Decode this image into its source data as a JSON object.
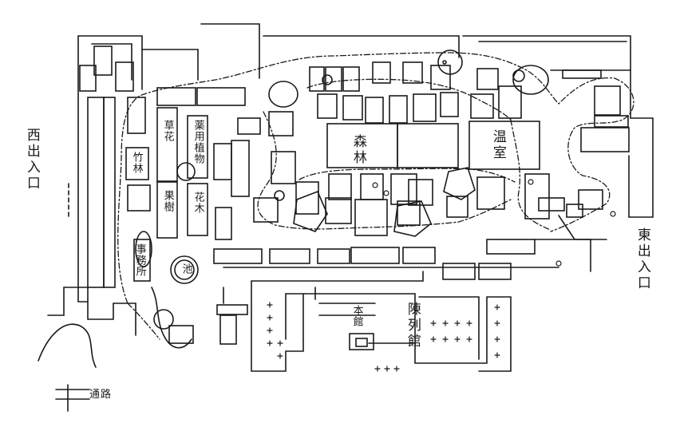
{
  "map": {
    "labels": {
      "west_gate": "西出入口",
      "east_gate": "東出入口",
      "forest": "森林",
      "greenhouse": "温室",
      "office": "事務所",
      "exhibit_hall": "陳列館",
      "pond": "池",
      "hall_label": "本館",
      "flora_bed": "草花",
      "bed_a": "薬用植物",
      "bed_b": "果樹",
      "bed_c": "花木",
      "bed_d": "竹林",
      "legend": "通路"
    }
  }
}
